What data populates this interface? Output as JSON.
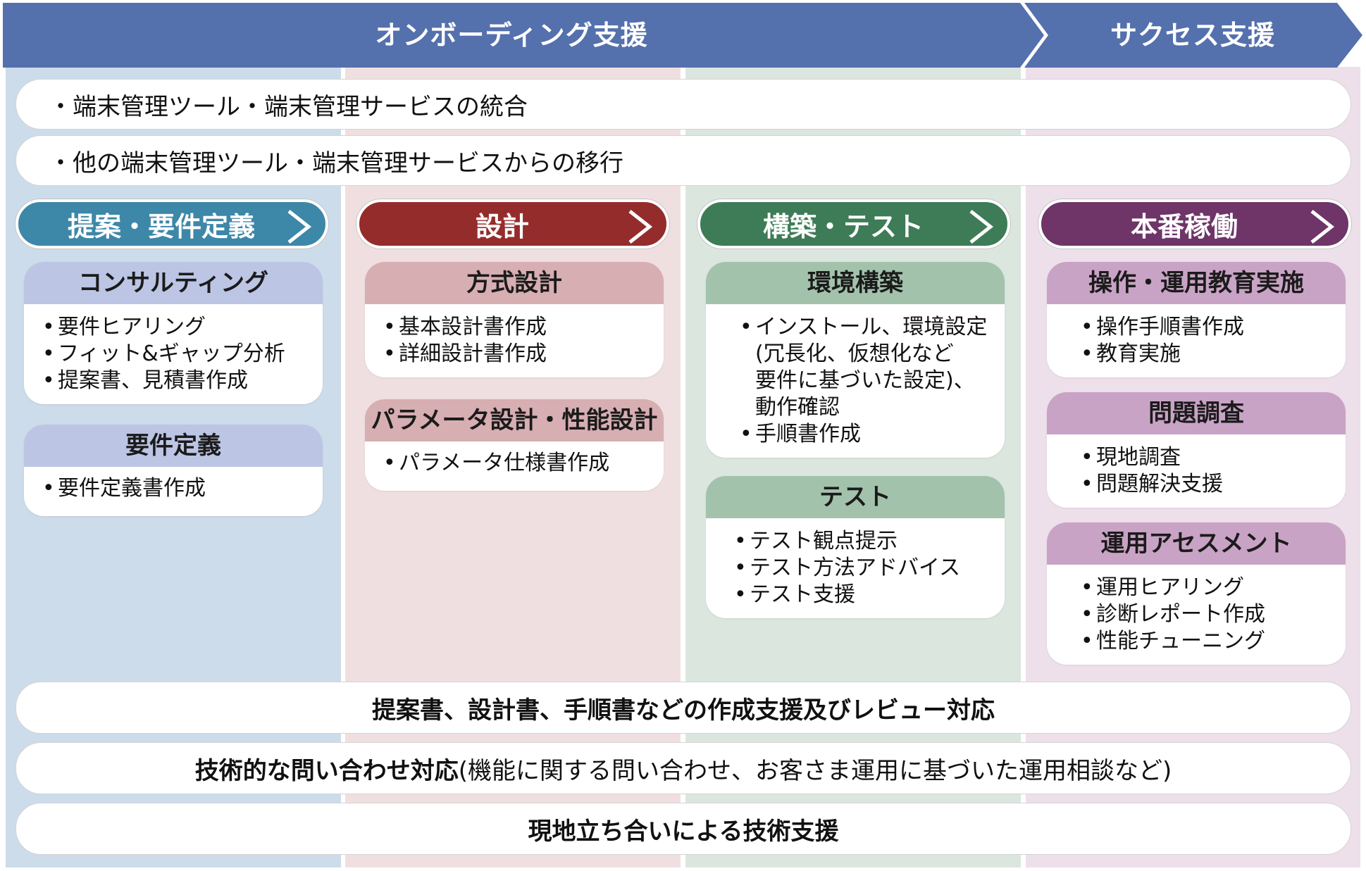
{
  "banner": {
    "onboarding_label": "オンボーディング支援",
    "success_label": "サクセス支援",
    "color": "#5470ad"
  },
  "top_bars": [
    "・端末管理ツール・端末管理サービスの統合",
    "・他の端末管理ツール・端末管理サービスからの移行"
  ],
  "phases": [
    {
      "label": "提案・要件定義",
      "color": "#3d87a8"
    },
    {
      "label": "設計",
      "color": "#952c2c"
    },
    {
      "label": "構築・テスト",
      "color": "#3d7c57"
    },
    {
      "label": "本番稼働",
      "color": "#6f3468"
    }
  ],
  "columns": [
    {
      "cards": [
        {
          "title": "コンサルティング",
          "items": [
            "要件ヒアリング",
            "フィット&ギャップ分析",
            "提案書、見積書作成"
          ]
        },
        {
          "title": "要件定義",
          "items": [
            "要件定義書作成"
          ]
        }
      ]
    },
    {
      "cards": [
        {
          "title": "方式設計",
          "items": [
            "基本設計書作成",
            "詳細設計書作成"
          ]
        },
        {
          "title": "パラメータ設計・性能設計",
          "items": [
            "パラメータ仕様書作成"
          ]
        }
      ]
    },
    {
      "cards": [
        {
          "title": "環境構築",
          "items": [
            "インストール、環境設定"
          ],
          "continuation": [
            "(冗長化、仮想化など",
            "要件に基づいた設定)、",
            "動作確認"
          ],
          "items_after": [
            "手順書作成"
          ]
        },
        {
          "title": "テスト",
          "items": [
            "テスト観点提示",
            "テスト方法アドバイス",
            "テスト支援"
          ]
        }
      ]
    },
    {
      "cards": [
        {
          "title": "操作・運用教育実施",
          "items": [
            "操作手順書作成",
            "教育実施"
          ]
        },
        {
          "title": "問題調査",
          "items": [
            "現地調査",
            "問題解決支援"
          ]
        },
        {
          "title": "運用アセスメント",
          "items": [
            "運用ヒアリング",
            "診断レポート作成",
            "性能チューニング"
          ]
        }
      ]
    }
  ],
  "bottom_bars": {
    "review": "提案書、設計書、手順書などの作成支援及びレビュー対応",
    "tech_inquiry": "技術的な問い合わせ対応",
    "tech_inquiry_note": "(機能に関する問い合わせ、お客さま運用に基づいた運用相談など)",
    "onsite": "現地立ち合いによる技術支援"
  }
}
